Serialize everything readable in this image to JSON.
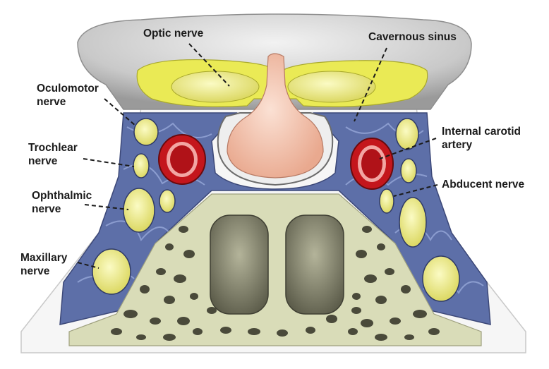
{
  "labels": {
    "optic_nerve": "Optic nerve",
    "cavernous_sinus": "Cavernous sinus",
    "oculomotor_nerve": "Oculomotor\nnerve",
    "trochlear_nerve": "Trochlear\nnerve",
    "ophthalmic_nerve": "Ophthalmic\nnerve",
    "maxillary_nerve": "Maxillary\nnerve",
    "internal_carotid_artery": "Internal carotid\nartery",
    "abducent_nerve": "Abducent nerve"
  },
  "colors": {
    "venous_plexus": "#5d6fa8",
    "nerve": "#f0ee8a",
    "artery": "#c4161c",
    "bone": "#d9dcb8",
    "sinus_cavity": "#7c7c66",
    "pituitary": "#f3c8b6",
    "brain": "#cfcfcf"
  }
}
